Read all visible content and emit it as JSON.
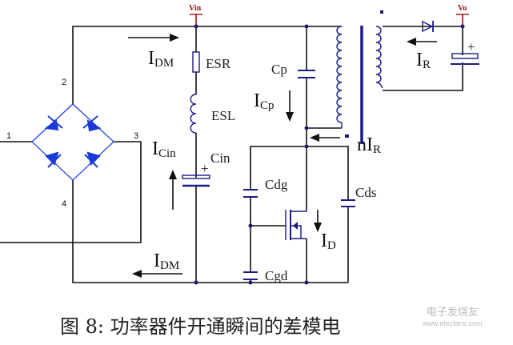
{
  "nodes": {
    "vin": "Vin",
    "vo": "Vo"
  },
  "pins": [
    "1",
    "2",
    "3",
    "4"
  ],
  "components": {
    "esr": "ESR",
    "esl": "ESL",
    "cin": "Cin",
    "cp": "Cp",
    "cdg": "Cdg",
    "cgd": "Cgd",
    "cds": "Cds",
    "plus": "+"
  },
  "currents": {
    "idm_top": {
      "main": "I",
      "sub": "DM"
    },
    "idm_bottom": {
      "main": "I",
      "sub": "DM"
    },
    "icin": {
      "main": "I",
      "sub": "Cin"
    },
    "icp": {
      "main": "I",
      "sub": "Cp"
    },
    "nir": {
      "main": "nI",
      "sub": "R"
    },
    "ir": {
      "main": "I",
      "sub": "R"
    },
    "id": {
      "main": "I",
      "sub": "D"
    }
  },
  "caption": "图 8: 功率器件开通瞬间的差模电",
  "watermark": {
    "name": "电子发烧友",
    "url": "www.elecfans.com"
  },
  "colors": {
    "wire": "#111111",
    "component": "#1a1a8a",
    "diode": "#1a3ad8",
    "node_label": "#a01010"
  }
}
